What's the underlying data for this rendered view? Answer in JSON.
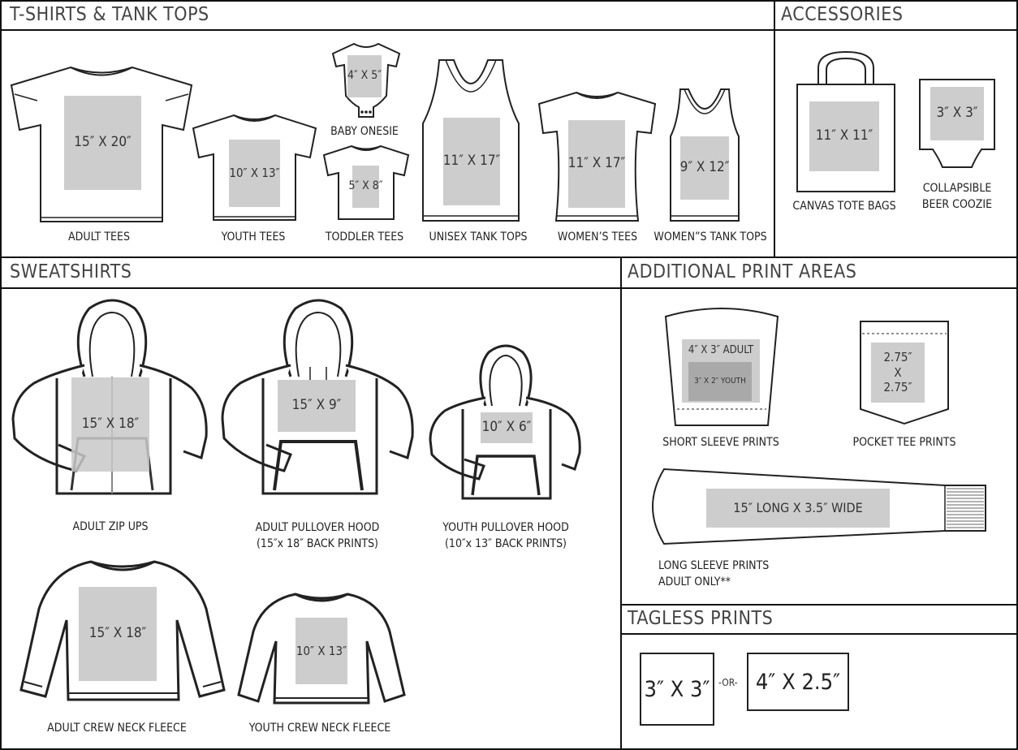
{
  "sections": {
    "tshirts": "T-SHIRTS & TANK TOPS",
    "accessories": "ACCESSORIES",
    "sweatshirts": "SWEATSHIRTS",
    "additional": "ADDITIONAL PRINT AREAS",
    "tagless": "TAGLESS PRINTS"
  },
  "tshirts": {
    "adult": {
      "label": "ADULT TEES",
      "size": "15″ X 20″"
    },
    "youth": {
      "label": "YOUTH TEES",
      "size": "10″ X 13″"
    },
    "baby": {
      "label": "BABY ONESIE",
      "size": "4″ X 5″"
    },
    "toddler": {
      "label": "TODDLER TEES",
      "size": "5″ X 8″"
    },
    "tank": {
      "label": "UNISEX TANK TOPS",
      "size": "11″ X 17″"
    },
    "womens": {
      "label": "WOMEN’S TEES",
      "size": "11″ X 17″"
    },
    "womens_tank": {
      "label": "WOMEN”S TANK TOPS",
      "size": "9″ X 12″"
    }
  },
  "accessories": {
    "tote": {
      "label": "CANVAS TOTE BAGS",
      "size": "11″ X 11″"
    },
    "coozie": {
      "label_1": "COLLAPSIBLE",
      "label_2": "BEER COOZIE",
      "size": "3″ X 3″"
    }
  },
  "sweatshirts": {
    "zip": {
      "label": "ADULT ZIP UPS",
      "size": "15″ X 18″"
    },
    "pullover": {
      "label_1": "ADULT PULLOVER HOOD",
      "label_2": "(15″x 18″ BACK PRINTS)",
      "size": "15″ X 9″"
    },
    "youth_pullover": {
      "label_1": "YOUTH PULLOVER HOOD",
      "label_2": "(10″x 13″ BACK PRINTS)",
      "size": "10″ X 6″"
    },
    "crew": {
      "label": "ADULT CREW NECK FLEECE",
      "size": "15″ X 18″"
    },
    "youth_crew": {
      "label": "YOUTH CREW NECK FLEECE",
      "size": "10″ X 13″"
    }
  },
  "additional": {
    "short_sleeve": {
      "label": "SHORT SLEEVE PRINTS",
      "adult": "4″ X 3″ ADULT",
      "youth": "3″ X 2″ YOUTH"
    },
    "pocket": {
      "label": "POCKET TEE PRINTS",
      "line1": "2.75″",
      "line2": "X",
      "line3": "2.75″"
    },
    "long_sleeve": {
      "label_1": "LONG SLEEVE PRINTS",
      "label_2": "ADULT ONLY**",
      "size": "15″ LONG X 3.5″ WIDE"
    }
  },
  "tagless": {
    "a": "3″ X 3″",
    "or": "-OR-",
    "b": "4″ X 2.5″"
  },
  "colors": {
    "print_area": "#cdcdcd",
    "print_area_dark": "#a9a9a9",
    "line": "#111111"
  }
}
